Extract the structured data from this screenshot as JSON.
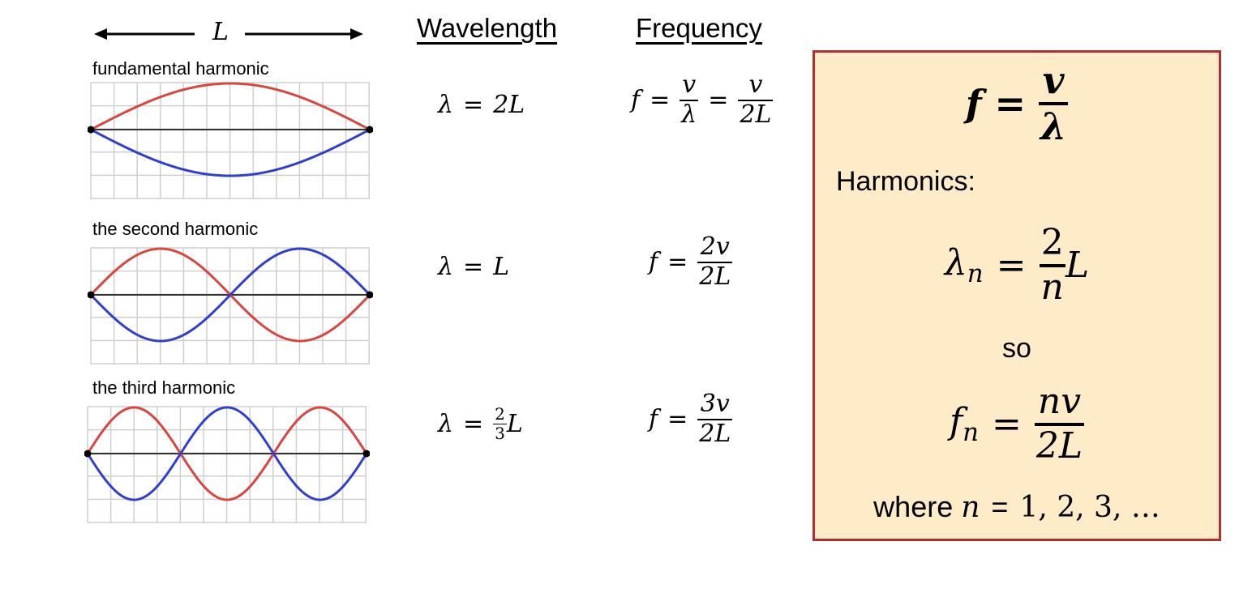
{
  "length_label": "L",
  "headers": {
    "wavelength": "Wavelength",
    "frequency": "Frequency"
  },
  "symbols": {
    "lambda": "λ",
    "f": "f",
    "v": "v",
    "eq": "=",
    "L": "L",
    "n": "n"
  },
  "rows": [
    {
      "caption": "fundamental harmonic",
      "lambda_rhs": "2L",
      "f_a_num": "v",
      "f_a_den": "λ",
      "f_b_num": "v",
      "f_b_den": "2L"
    },
    {
      "caption": "the second harmonic",
      "lambda_rhs": "L",
      "f_num": "2v",
      "f_den": "2L"
    },
    {
      "caption": "the third harmonic",
      "lambda_num": "2",
      "lambda_den": "3",
      "lambda_tail": "L",
      "f_num": "3v",
      "f_den": "2L"
    }
  ],
  "panel": {
    "main_num": "v",
    "main_den": "λ",
    "harmonics_label": "Harmonics:",
    "lambda_n_num": "2",
    "lambda_n_den": "n",
    "so_label": "so",
    "f_n_num": "nv",
    "f_n_den": "2L",
    "where_label": "where",
    "where_values": "1, 2, 3, …"
  },
  "colors": {
    "red": "#d9463e",
    "blue": "#2f3fd0",
    "grid": "#cfcfcf",
    "panel_bg": "#fdecc7",
    "panel_border": "#b03030"
  },
  "diagrams": [
    {
      "loops": 1
    },
    {
      "loops": 2
    },
    {
      "loops": 3
    }
  ]
}
